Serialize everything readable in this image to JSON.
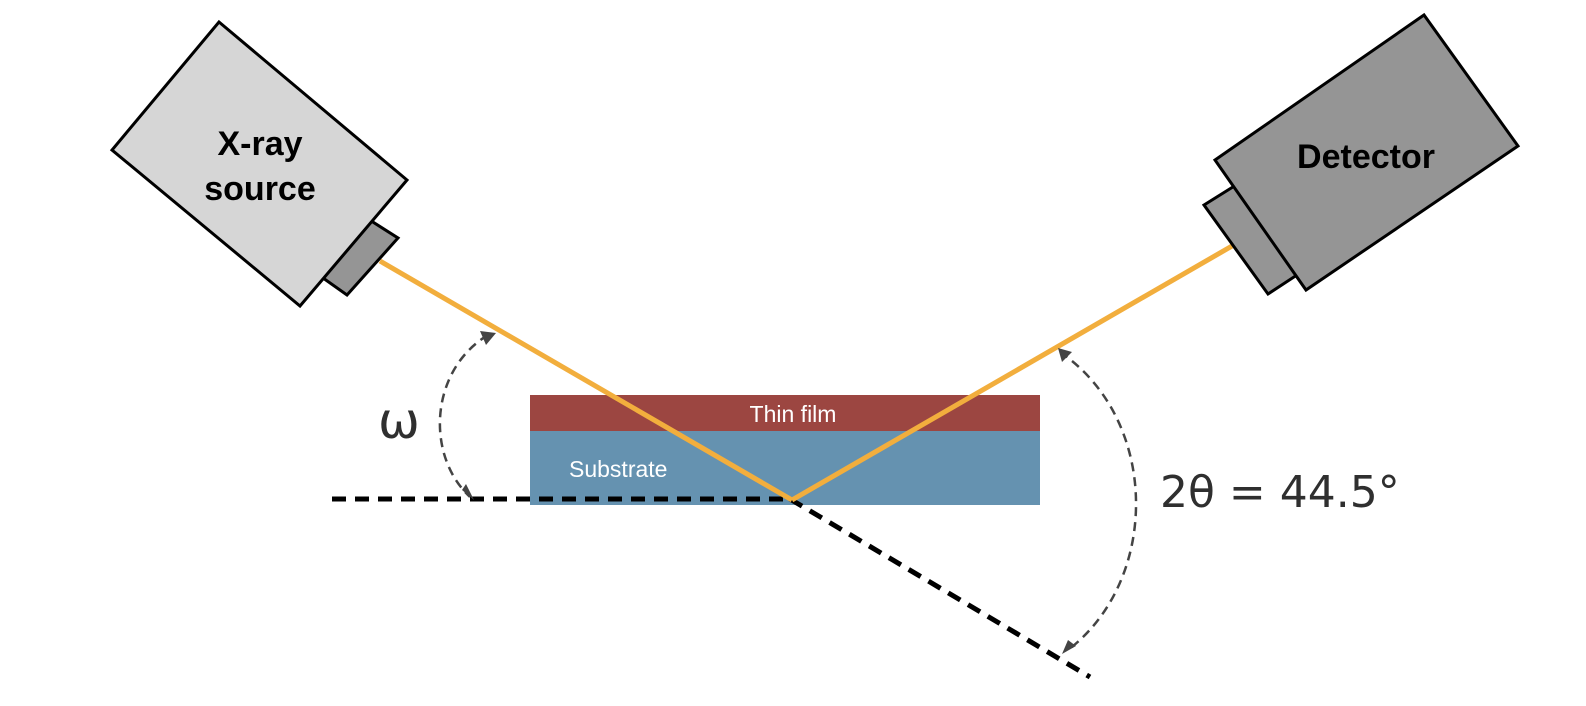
{
  "source": {
    "label_line1": "X-ray",
    "label_line2": "source"
  },
  "detector": {
    "label": "Detector"
  },
  "sample": {
    "film_label": "Thin film",
    "substrate_label": "Substrate"
  },
  "angles": {
    "omega_label": "ω",
    "two_theta_label": "2θ = 44.5°"
  },
  "colors": {
    "beam": "#f2ae3d",
    "film": "#9c4641",
    "substrate": "#6592b0",
    "source_body": "#d6d6d6",
    "source_nozzle": "#959595",
    "detector_body": "#959595",
    "detector_nozzle": "#959595",
    "dashed_line": "#000000",
    "arc": "#444444"
  }
}
